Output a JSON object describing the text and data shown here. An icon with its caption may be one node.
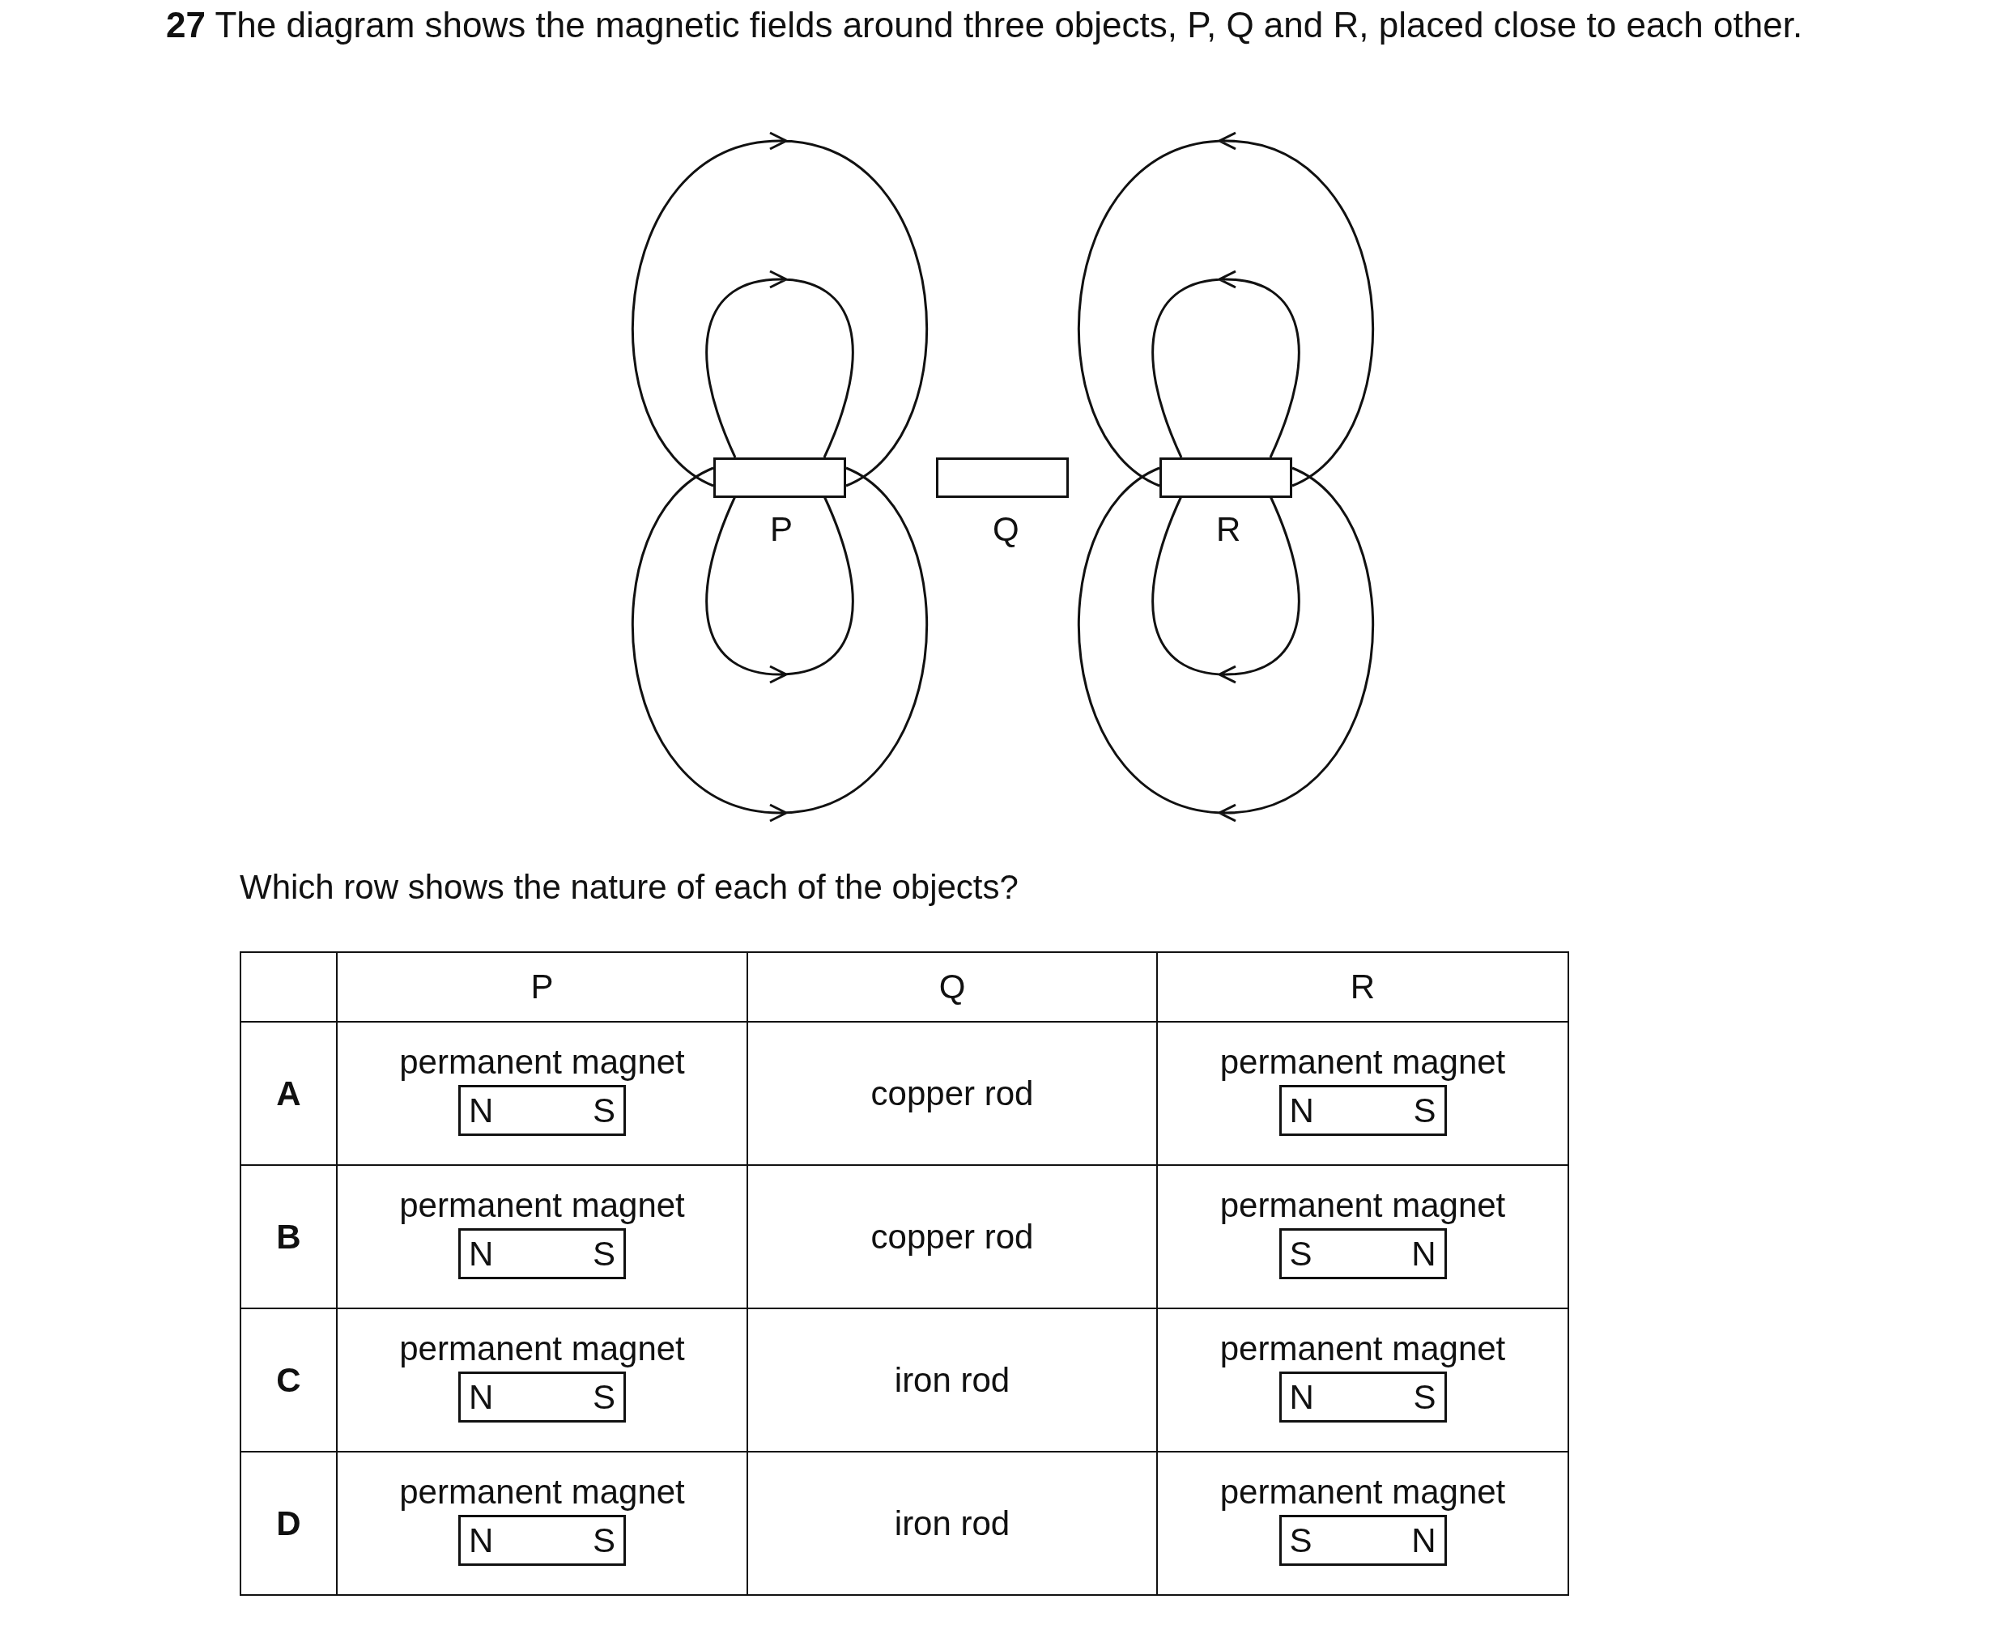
{
  "diagram": {
    "title": "**27** The diagram shows the magnetic fields around three objects, P, Q and R, placed close to each other.",
    "nodes": [
      {
        "text": [
          "P"
        ]
      },
      {
        "text": [
          "Q"
        ]
      },
      {
        "text": [
          "R"
        ]
      }
    ],
    "edges": [],
    "labels": [
      "Which row shows the nature of each of the objects?",
      "P",
      "Q",
      "R",
      "A",
      "permanent magnet",
      "N",
      "S",
      "copper rod",
      "permanent magnet",
      "N",
      "S",
      "B",
      "permanent magnet",
      "N",
      "S",
      "copper rod",
      "permanent magnet",
      "S",
      "N",
      "C",
      "permanent magnet",
      "N",
      "S",
      "iron rod",
      "permanent magnet",
      "N",
      "S",
      "D",
      "permanent magnet",
      "N",
      "S",
      "iron rod",
      "permanent magnet",
      "S",
      "N"
    ]
  }
}
